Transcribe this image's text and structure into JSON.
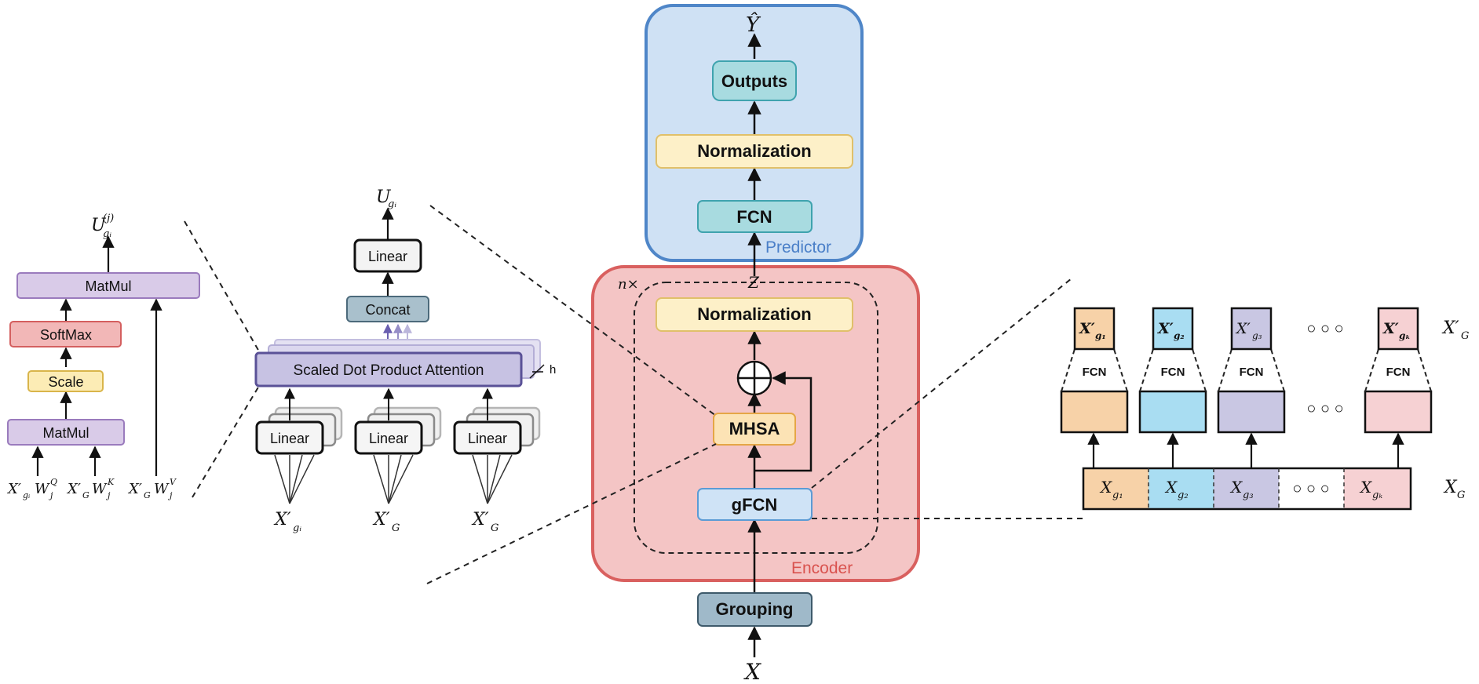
{
  "colors": {
    "encoder_fill": "#f4c5c5",
    "encoder_stroke": "#d9605f",
    "predictor_fill": "#cfe1f4",
    "predictor_stroke": "#4f86c8",
    "norm_fill": "#fdf0c8",
    "norm_stroke": "#e0c06a",
    "fcn_fill": "#a8dbe0",
    "fcn_stroke": "#3fa3ae",
    "mhsa_fill": "#fce3b5",
    "mhsa_stroke": "#e5a646",
    "gfcn_fill": "#cfe3f6",
    "gfcn_stroke": "#5b9bd5",
    "grouping_fill": "#9fb9c9",
    "grouping_stroke": "#3e5a6b",
    "purple_fill": "#d9cbe8",
    "purple_stroke": "#9a7bbd",
    "softmax_fill": "#f2b7b7",
    "softmax_stroke": "#d45f5f",
    "scale_fill": "#fcecb5",
    "scale_stroke": "#d9b54a",
    "sdpa_fill": "#c7c2e3",
    "sdpa_stroke": "#5a5197",
    "concat_fill": "#a9c0cc",
    "concat_stroke": "#4c6a7b",
    "group_orange": "#f7d2a8",
    "group_cyan": "#a9ddf2",
    "group_purple": "#c9c7e3",
    "group_pink": "#f6d1d3"
  },
  "center": {
    "y_hat": "Ŷ",
    "outputs": "Outputs",
    "pred_norm": "Normalization",
    "pred_fcn": "FCN",
    "predictor": "Predictor",
    "z": "Z",
    "nx": "n×",
    "enc_norm": "Normalization",
    "mhsa": "MHSA",
    "gfcn": "gFCN",
    "encoder": "Encoder",
    "grouping": "Grouping",
    "x": "X"
  },
  "mha": {
    "u_base": "U",
    "u_sub": "gᵢ",
    "linear_top": "Linear",
    "concat": "Concat",
    "sdpa": "Scaled Dot Product Attention",
    "h": "h",
    "linears": [
      "Linear",
      "Linear",
      "Linear"
    ],
    "inputs": [
      {
        "base": "X′",
        "sub": "gᵢ"
      },
      {
        "base": "X′",
        "sub": "G"
      },
      {
        "base": "X′",
        "sub": "G"
      }
    ]
  },
  "sdpa_detail": {
    "u_base": "U",
    "u_sup": "(j)",
    "u_sub": "gᵢ",
    "matmul_top": "MatMul",
    "softmax": "SoftMax",
    "scale": "Scale",
    "matmul_bottom": "MatMul",
    "inputs": [
      {
        "a": "X′",
        "a_sub": "gᵢ",
        "b": "W",
        "b_sup": "Q",
        "b_sub": "j"
      },
      {
        "a": "X′",
        "a_sub": "G",
        "b": "W",
        "b_sup": "K",
        "b_sub": "j"
      },
      {
        "a": "X′",
        "a_sub": "G",
        "b": "W",
        "b_sup": "V",
        "b_sub": "j"
      }
    ]
  },
  "gfcn_detail": {
    "fcn_label": "FCN",
    "ellipsis": "○ ○ ○",
    "top_right": {
      "base": "X′",
      "sub": "G"
    },
    "bottom_right": {
      "base": "X",
      "sub": "G"
    },
    "outputs": [
      {
        "base": "X′",
        "sub": "g₁"
      },
      {
        "base": "X′",
        "sub": "g₂"
      },
      {
        "base": "X′",
        "sub": "g₃"
      },
      {
        "base": "X′",
        "sub": "gₖ"
      }
    ],
    "inputs": [
      {
        "base": "X",
        "sub": "g₁"
      },
      {
        "base": "X",
        "sub": "g₂"
      },
      {
        "base": "X",
        "sub": "g₃"
      },
      {
        "base": "X",
        "sub": "gₖ"
      }
    ]
  }
}
